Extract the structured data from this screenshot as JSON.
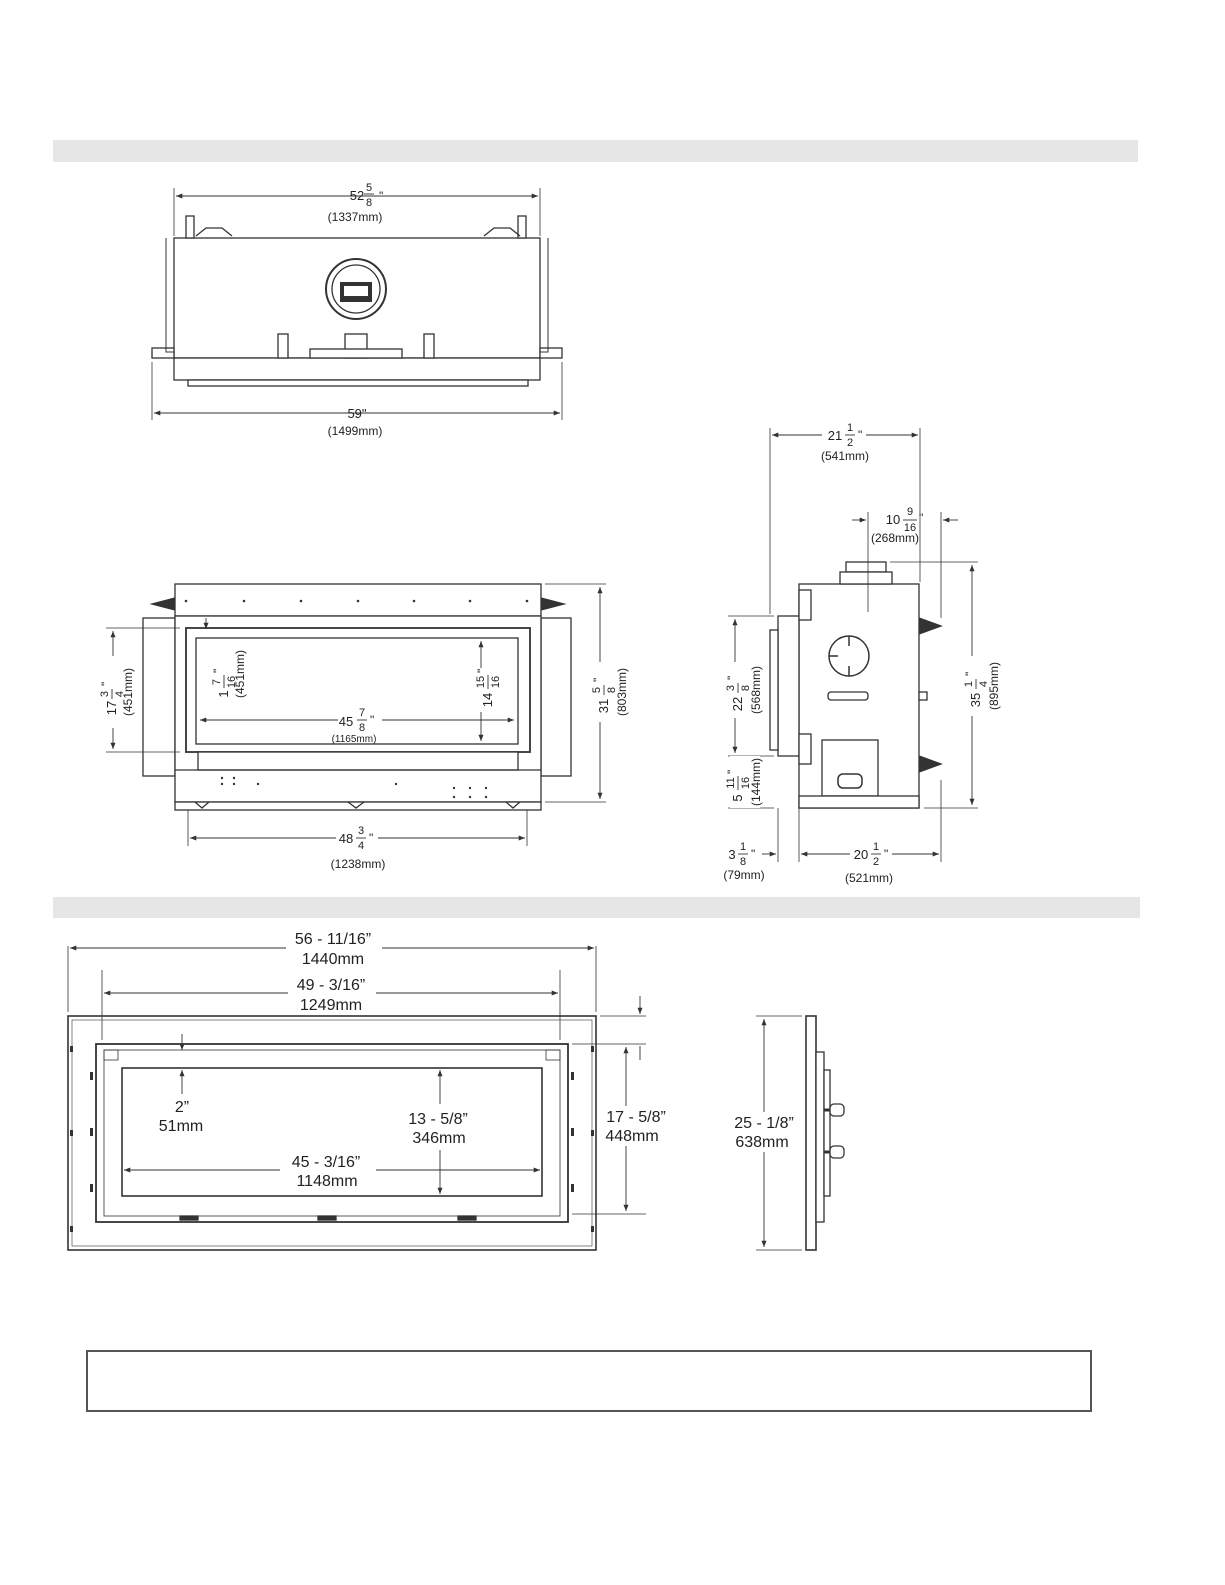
{
  "top_view": {
    "width_inner": {
      "whole": "52",
      "num": "5",
      "den": "8",
      "mm": "(1337mm)"
    },
    "width_outer": {
      "text": "59\"",
      "mm": "(1499mm)"
    }
  },
  "front_view": {
    "opening_width": {
      "whole": "45",
      "num": "7",
      "den": "8",
      "mm": "(1165mm)"
    },
    "opening_height": {
      "whole": "14",
      "num": "15",
      "den": "16",
      "mm": ""
    },
    "top_offset": {
      "whole": "1",
      "num": "7",
      "den": "16",
      "mm": "(451mm)"
    },
    "frame_height": {
      "whole": "17",
      "num": "3",
      "den": "4",
      "mm": "(451mm)"
    },
    "overall_height": {
      "whole": "31",
      "num": "5",
      "den": "8",
      "mm": "(803mm)"
    },
    "base_width": {
      "whole": "48",
      "num": "3",
      "den": "4",
      "mm": "(1238mm)"
    }
  },
  "side_view": {
    "depth_top": {
      "whole": "21",
      "num": "1",
      "den": "2",
      "mm": "(541mm)"
    },
    "flue_offset": {
      "whole": "10",
      "num": "9",
      "den": "16",
      "mm": "(268mm)"
    },
    "height_total": {
      "whole": "35",
      "num": "1",
      "den": "4",
      "mm": "(895mm)"
    },
    "height_left": {
      "whole": "22",
      "num": "3",
      "den": "8",
      "mm": "(568mm)"
    },
    "height_low": {
      "whole": "5",
      "num": "11",
      "den": "16",
      "mm": "(144mm)"
    },
    "front_offset": {
      "whole": "3",
      "num": "1",
      "den": "8",
      "mm": "(79mm)"
    },
    "depth_base": {
      "whole": "20",
      "num": "1",
      "den": "2",
      "mm": "(521mm)"
    }
  },
  "surround_front": {
    "overall_width": {
      "text": "56 - 11/16”",
      "mm": "1440mm"
    },
    "inner_width": {
      "text": "49 - 3/16”",
      "mm": "1249mm"
    },
    "top_gap": {
      "text": "2”",
      "mm": "51mm"
    },
    "glass_height": {
      "text": "13 - 5/8”",
      "mm": "346mm"
    },
    "opening_height": {
      "text": "17 - 5/8”",
      "mm": "448mm"
    },
    "glass_width": {
      "text": "45 - 3/16”",
      "mm": "1148mm"
    }
  },
  "surround_side": {
    "height": {
      "text": "25 - 1/8”",
      "mm": "638mm"
    }
  },
  "colors": {
    "line": "#333333",
    "band": "#e6e6e6",
    "fill": "#ffffff"
  }
}
